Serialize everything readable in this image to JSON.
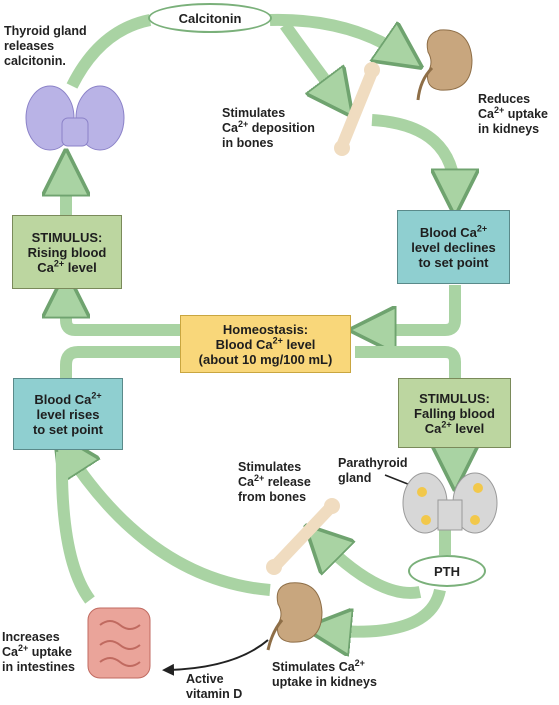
{
  "colors": {
    "arrow": "#a9d3a3",
    "arrow_edge": "#6fa36f",
    "green_box": "#bcd6a0",
    "teal_box": "#8fcfd0",
    "yellow_box": "#f9d77a"
  },
  "calcitonin": "Calcitonin",
  "pth": "PTH",
  "thyroid_label": [
    "Thyroid gland",
    "releases",
    "calcitonin."
  ],
  "stim_deposition": [
    "Stimulates",
    "Ca2+ deposition",
    "in bones"
  ],
  "reduces_uptake": [
    "Reduces",
    "Ca2+ uptake",
    "in kidneys"
  ],
  "stimulus_rising": [
    "STIMULUS:",
    "Rising blood",
    "Ca2+ level"
  ],
  "declines": [
    "Blood Ca2+",
    "level declines",
    "to set point"
  ],
  "homeostasis": [
    "Homeostasis:",
    "Blood Ca2+ level",
    "(about 10 mg/100 mL)"
  ],
  "rises": [
    "Blood Ca2+",
    "level rises",
    "to set point"
  ],
  "stimulus_falling": [
    "STIMULUS:",
    "Falling blood",
    "Ca2+ level"
  ],
  "stim_release": [
    "Stimulates",
    "Ca2+ release",
    "from bones"
  ],
  "parathyroid_label": [
    "Parathyroid",
    "gland"
  ],
  "increases_uptake": [
    "Increases",
    "Ca2+ uptake",
    "in intestines"
  ],
  "active_vitd": [
    "Active",
    "vitamin D"
  ],
  "stim_uptake_kidneys": [
    "Stimulates Ca2+",
    "uptake in kidneys"
  ],
  "icons": [
    "thyroid-gland-icon",
    "kidney-icon",
    "bone-icon",
    "parathyroid-gland-icon",
    "intestine-icon"
  ]
}
